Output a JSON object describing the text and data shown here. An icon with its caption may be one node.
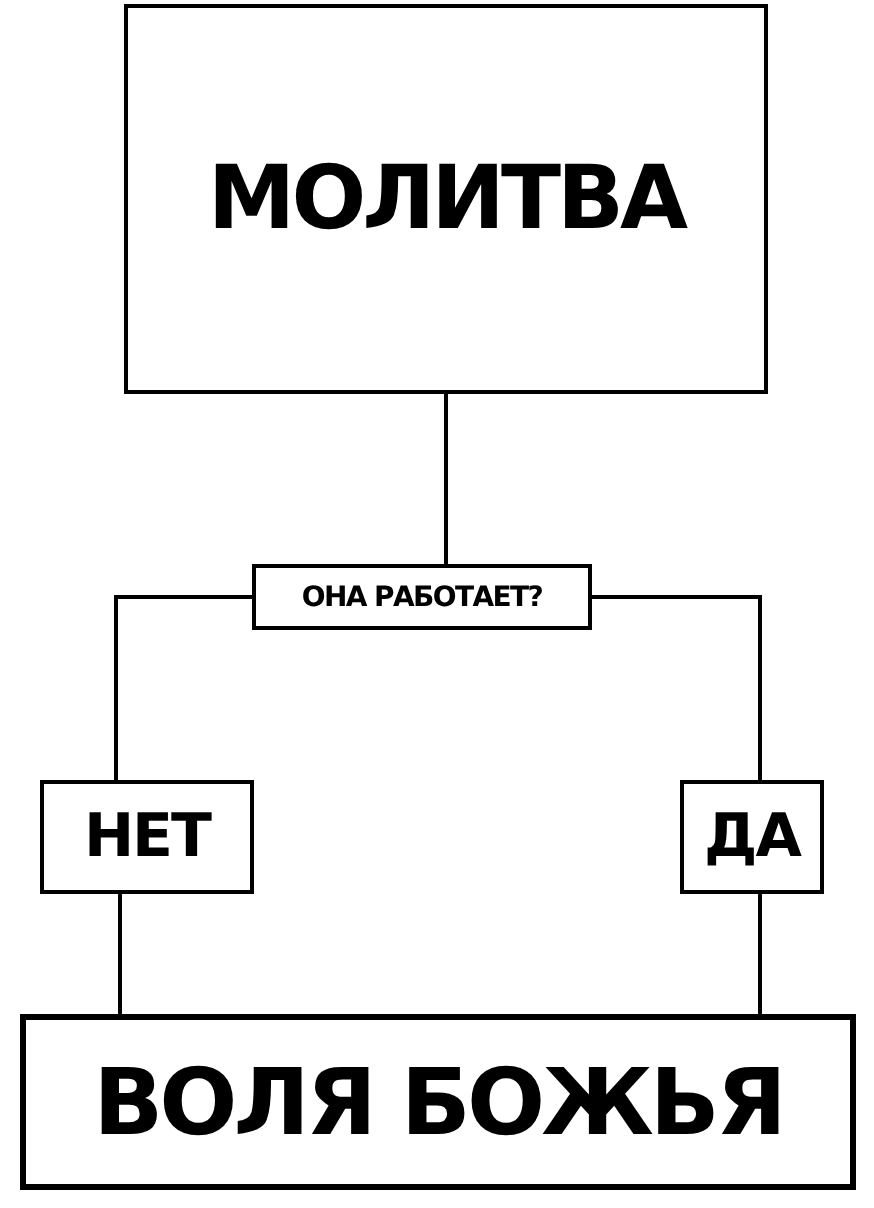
{
  "diagram": {
    "nodes": [
      {
        "text": [
          "МОЛИТВА"
        ]
      },
      {
        "text": [
          "ОНА РАБОТАЕТ?"
        ]
      },
      {
        "text": [
          "НЕТ"
        ]
      },
      {
        "text": [
          "ДА"
        ]
      },
      {
        "text": [
          "ВОЛЯ БОЖЬЯ"
        ]
      }
    ],
    "edges": [
      {
        "from": 0,
        "to": 1,
        "arrow": "none"
      },
      {
        "from": 1,
        "to": 2,
        "arrow": "none"
      },
      {
        "from": 1,
        "to": 3,
        "arrow": "none"
      },
      {
        "from": 2,
        "to": 4,
        "arrow": "none"
      },
      {
        "from": 3,
        "to": 4,
        "arrow": "none"
      }
    ]
  }
}
